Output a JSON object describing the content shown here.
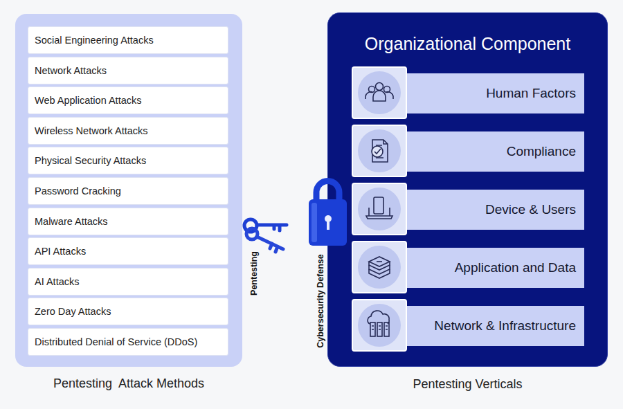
{
  "diagram": {
    "nodes": [
      {
        "text": [
          "Pentesting  Attack Methods"
        ]
      },
      {
        "text": [
          "Social Engineering Attacks"
        ],
        "in": 0
      },
      {
        "text": [
          "Network Attacks"
        ],
        "in": 0
      },
      {
        "text": [
          "Web Application Attacks"
        ],
        "in": 0
      },
      {
        "text": [
          "Wireless Network Attacks"
        ],
        "in": 0
      },
      {
        "text": [
          "Physical Security Attacks"
        ],
        "in": 0
      },
      {
        "text": [
          "Password Cracking"
        ],
        "in": 0
      },
      {
        "text": [
          "Malware Attacks"
        ],
        "in": 0
      },
      {
        "text": [
          "API Attacks"
        ],
        "in": 0
      },
      {
        "text": [
          "AI Attacks"
        ],
        "in": 0
      },
      {
        "text": [
          "Zero Day Attacks"
        ],
        "in": 0
      },
      {
        "text": [
          "Distributed Denial of Service (DDoS)"
        ],
        "in": 0
      },
      {
        "text": [
          "Organizational Component",
          "Pentesting Verticals"
        ]
      },
      {
        "text": [
          "Human Factors"
        ],
        "in": 12
      },
      {
        "text": [
          "Compliance"
        ],
        "in": 12
      },
      {
        "text": [
          "Device & Users"
        ],
        "in": 12
      },
      {
        "text": [
          "Application and Data"
        ],
        "in": 12
      },
      {
        "text": [
          "Network & Infrastructure"
        ],
        "in": 12
      }
    ],
    "labels": [
      "Pentesting",
      "Cybersecurity Defense"
    ]
  }
}
